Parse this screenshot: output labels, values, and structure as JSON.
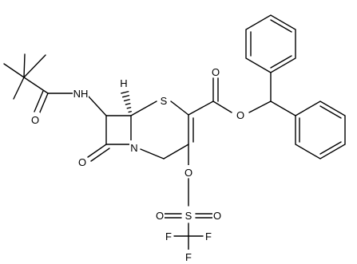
{
  "molecule": {
    "atom_labels": {
      "nh": "NH",
      "h_stereo": "H",
      "s_ring": "S",
      "n_ring": "N",
      "o_amide": "O",
      "o_lactam": "O",
      "o_ester_carbonyl": "O",
      "o_ester": "O",
      "o_triflate": "O",
      "s_sulfonyl": "S",
      "o_sulfonyl_left": "O",
      "o_sulfonyl_right": "O",
      "f_left": "F",
      "f_right": "F",
      "f_bottom": "F"
    }
  }
}
